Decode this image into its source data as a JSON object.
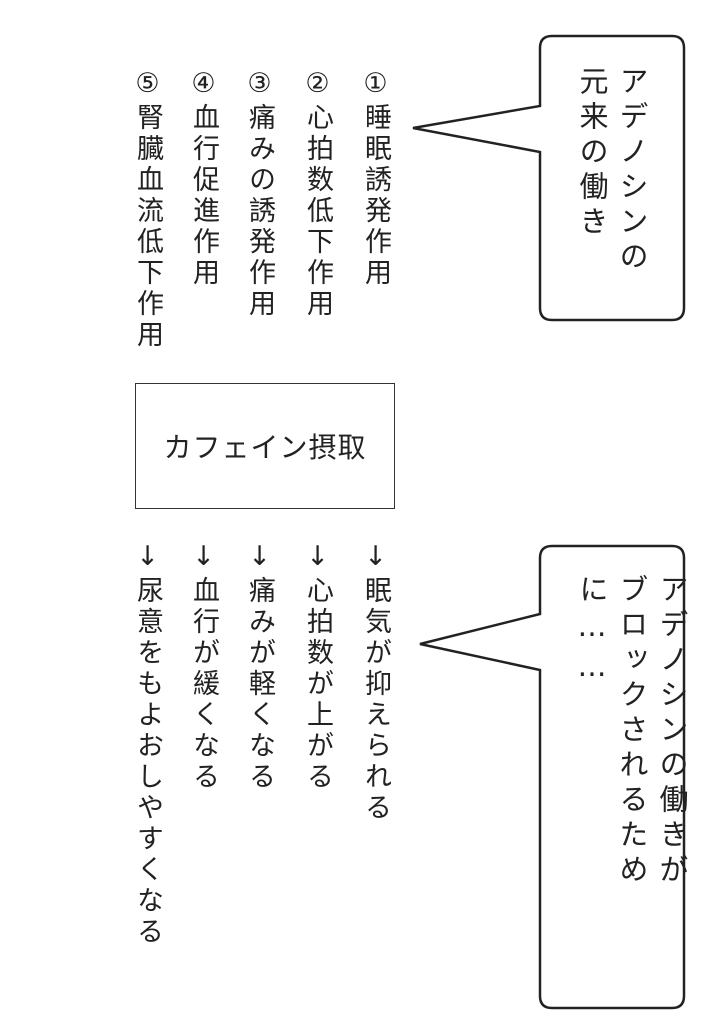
{
  "top_bubble": {
    "lines": [
      "アデノシンの",
      "元来の働き"
    ]
  },
  "functions": [
    "①睡眠誘発作用",
    "②心拍数低下作用",
    "③痛みの誘発作用",
    "④血行促進作用",
    "⑤腎臓血流低下作用"
  ],
  "center_box": {
    "label": "カフェイン摂取"
  },
  "effects": [
    "↓眠気が抑えられる",
    "↓心拍数が上がる",
    "↓痛みが軽くなる",
    "↓血行が緩くなる",
    "↓尿意をもよおしやすくなる"
  ],
  "bottom_bubble": {
    "lines": [
      "アデノシンの働きが",
      "ブロックされるために……"
    ]
  }
}
